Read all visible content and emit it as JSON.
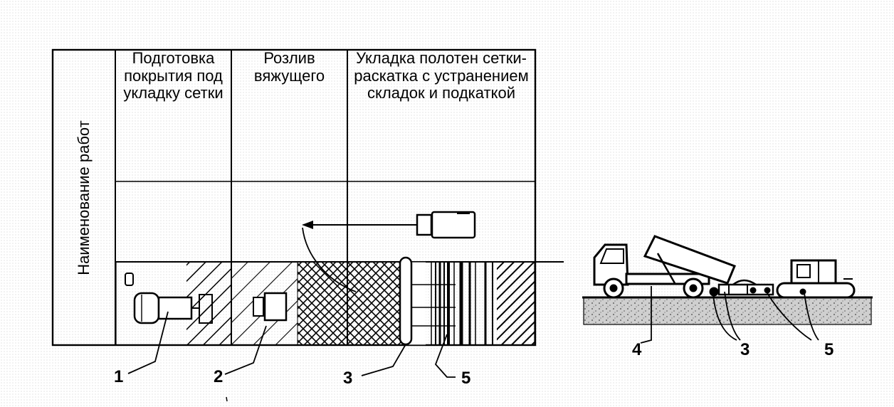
{
  "table": {
    "row_header": "Наименование работ",
    "columns": [
      "Подготовка покрытия под укладку сетки",
      "Розлив вяжущего",
      "Укладка полотен сетки- раскатка с устранением складок и подкаткой"
    ]
  },
  "callouts": {
    "plan": [
      "1",
      "2",
      "3",
      "5"
    ],
    "side": [
      "4",
      "3",
      "5"
    ]
  },
  "colors": {
    "ink": "#000000",
    "ground": "#cfcfcf",
    "background": "#ffffff"
  }
}
